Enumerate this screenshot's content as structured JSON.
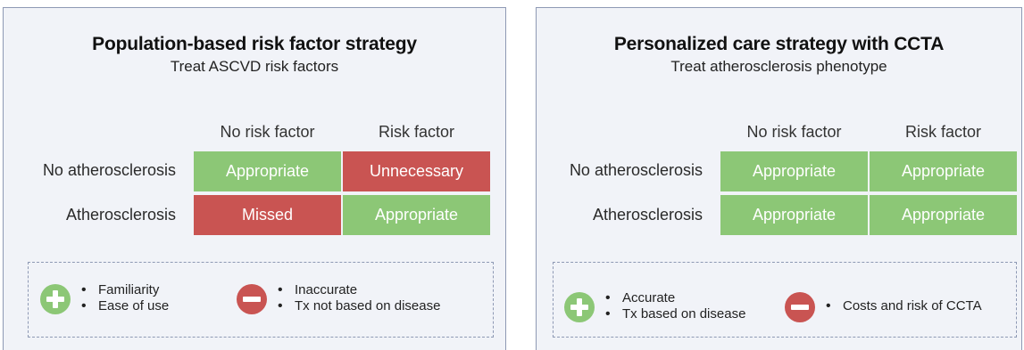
{
  "left": {
    "title": "Population-based risk factor strategy",
    "subtitle": "Treat ASCVD risk factors",
    "columns": [
      "No risk factor",
      "Risk factor"
    ],
    "rows": [
      "No atherosclerosis",
      "Atherosclerosis"
    ],
    "cells": [
      {
        "label": "Appropriate",
        "status": "green"
      },
      {
        "label": "Unnecessary",
        "status": "red"
      },
      {
        "label": "Missed",
        "status": "red"
      },
      {
        "label": "Appropriate",
        "status": "green"
      }
    ],
    "pros": [
      "Familiarity",
      "Ease of use"
    ],
    "cons": [
      "Inaccurate",
      "Tx not based on disease"
    ]
  },
  "right": {
    "title": "Personalized care strategy with CCTA",
    "subtitle": "Treat atherosclerosis phenotype",
    "columns": [
      "No risk factor",
      "Risk factor"
    ],
    "rows": [
      "No atherosclerosis",
      "Atherosclerosis"
    ],
    "cells": [
      {
        "label": "Appropriate",
        "status": "green"
      },
      {
        "label": "Appropriate",
        "status": "green"
      },
      {
        "label": "Appropriate",
        "status": "green"
      },
      {
        "label": "Appropriate",
        "status": "green"
      }
    ],
    "pros": [
      "Accurate",
      "Tx based on disease"
    ],
    "cons": [
      "Costs and risk of CCTA"
    ]
  },
  "colors": {
    "appropriate": "#8cc776",
    "unfavorable": "#c95452",
    "panel_background": "#f1f3f8",
    "panel_border": "#8e99b4"
  },
  "icons": {
    "pros": "plus-circle-icon",
    "cons": "minus-circle-icon"
  }
}
